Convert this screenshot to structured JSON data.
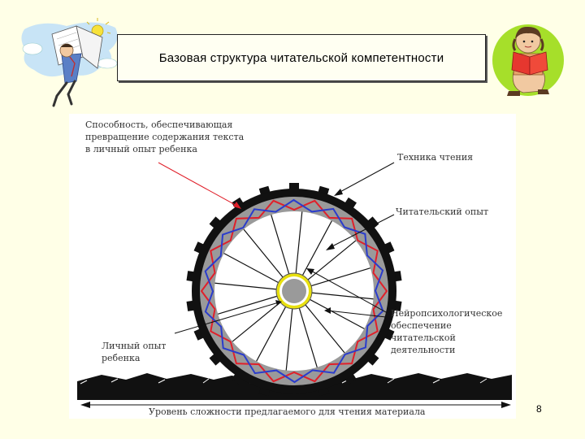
{
  "slide": {
    "title": "Базовая структура  читательской  компетентности",
    "page_number": "8"
  },
  "diagram": {
    "labels": {
      "ability": "Способность, обеспечивающая\nпревращение содержания текста\nв личный опыт ребенка",
      "reading_technique": "Техника чтения",
      "reading_experience": "Читательский опыт",
      "neuro_support": "Нейропсихологическое\nобеспечение\nчитательской\nдеятельности",
      "personal_experience": "Личный опыт\nребенка",
      "difficulty_level": "Уровень сложности предлагаемого для чтения материала"
    },
    "colors": {
      "background": "#ffffe7",
      "tire": "#111111",
      "rim": "#9a9a9a",
      "red_line": "#e0202a",
      "blue_line": "#2a3ccc",
      "hub_ring": "#e8e010",
      "hub": "#9a9a9a"
    }
  }
}
